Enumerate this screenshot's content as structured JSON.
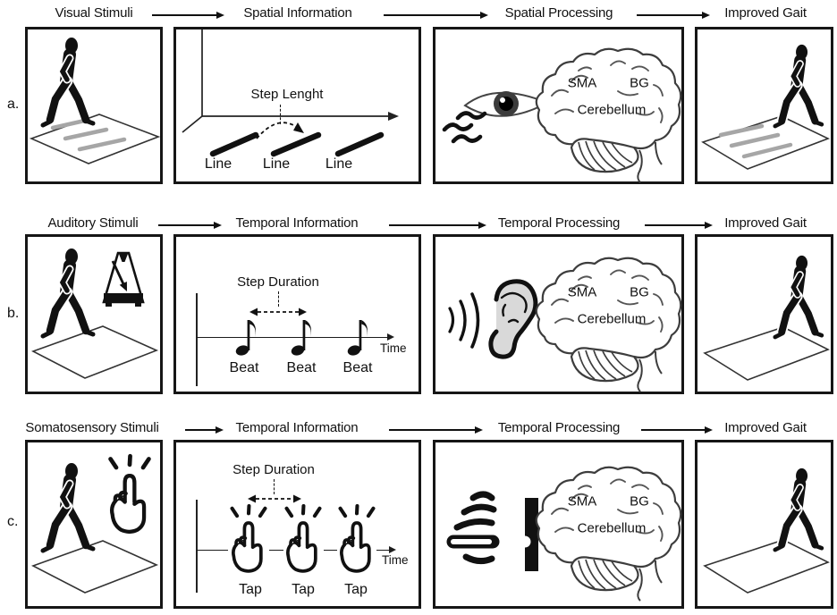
{
  "figure": {
    "rows": [
      {
        "letter": "a.",
        "stages": [
          "Visual Stimuli",
          "Spatial Information",
          "Spatial Processing",
          "Improved Gait"
        ],
        "info": {
          "annotation": "Step Lenght",
          "items": [
            "Line",
            "Line",
            "Line"
          ]
        },
        "brain": {
          "sma": "SMA",
          "bg": "BG",
          "cerebellum": "Cerebellum"
        },
        "icons": {
          "stimulus": "walking-person-on-lined-floor",
          "sense": "eye-with-motion-waves",
          "outcome": "walking-person-on-lined-floor"
        }
      },
      {
        "letter": "b.",
        "stages": [
          "Auditory Stimuli",
          "Temporal Information",
          "Temporal Processing",
          "Improved Gait"
        ],
        "info": {
          "annotation": "Step Duration",
          "items": [
            "Beat",
            "Beat",
            "Beat"
          ],
          "time": "Time"
        },
        "brain": {
          "sma": "SMA",
          "bg": "BG",
          "cerebellum": "Cerebellum"
        },
        "icons": {
          "stimulus": "walking-person-with-metronome",
          "sense": "ear-with-sound-waves",
          "outcome": "walking-person-on-floor"
        }
      },
      {
        "letter": "c.",
        "stages": [
          "Somatosensory Stimuli",
          "Temporal Information",
          "Temporal Processing",
          "Improved Gait"
        ],
        "info": {
          "annotation": "Step Duration",
          "items": [
            "Tap",
            "Tap",
            "Tap"
          ],
          "time": "Time"
        },
        "brain": {
          "sma": "SMA",
          "bg": "BG",
          "cerebellum": "Cerebellum"
        },
        "icons": {
          "stimulus": "walking-person-with-tapping-finger",
          "sense": "finger-touch-pad",
          "outcome": "walking-person-on-floor"
        }
      }
    ],
    "colors": {
      "ink": "#111111",
      "floor_line_gray": "#a6a6a6",
      "brain_stroke": "#3d3d3d",
      "ear_fill": "#d9d9d9"
    }
  }
}
